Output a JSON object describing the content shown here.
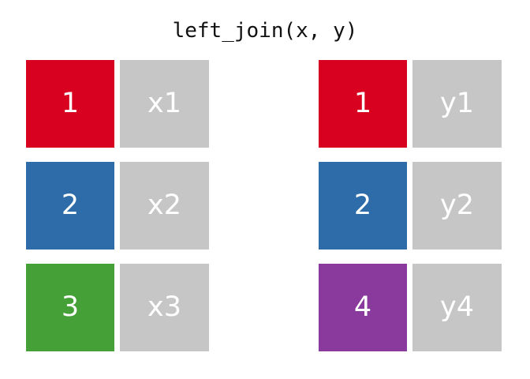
{
  "title": "left_join(x, y)",
  "colors": {
    "red": "#d80220",
    "blue": "#2d6ca9",
    "green": "#45a037",
    "purple": "#8a3a9c",
    "gray": "#c6c6c6",
    "text_on_fill": "#ffffff",
    "title_color": "#111111",
    "background": "#ffffff"
  },
  "tables": [
    {
      "name": "x",
      "rows": [
        {
          "key": "1",
          "key_color": "#d80220",
          "value": "x1",
          "value_color": "#c6c6c6"
        },
        {
          "key": "2",
          "key_color": "#2d6ca9",
          "value": "x2",
          "value_color": "#c6c6c6"
        },
        {
          "key": "3",
          "key_color": "#45a037",
          "value": "x3",
          "value_color": "#c6c6c6"
        }
      ]
    },
    {
      "name": "y",
      "rows": [
        {
          "key": "1",
          "key_color": "#d80220",
          "value": "y1",
          "value_color": "#c6c6c6"
        },
        {
          "key": "2",
          "key_color": "#2d6ca9",
          "value": "y2",
          "value_color": "#c6c6c6"
        },
        {
          "key": "4",
          "key_color": "#8a3a9c",
          "value": "y4",
          "value_color": "#c6c6c6"
        }
      ]
    }
  ]
}
